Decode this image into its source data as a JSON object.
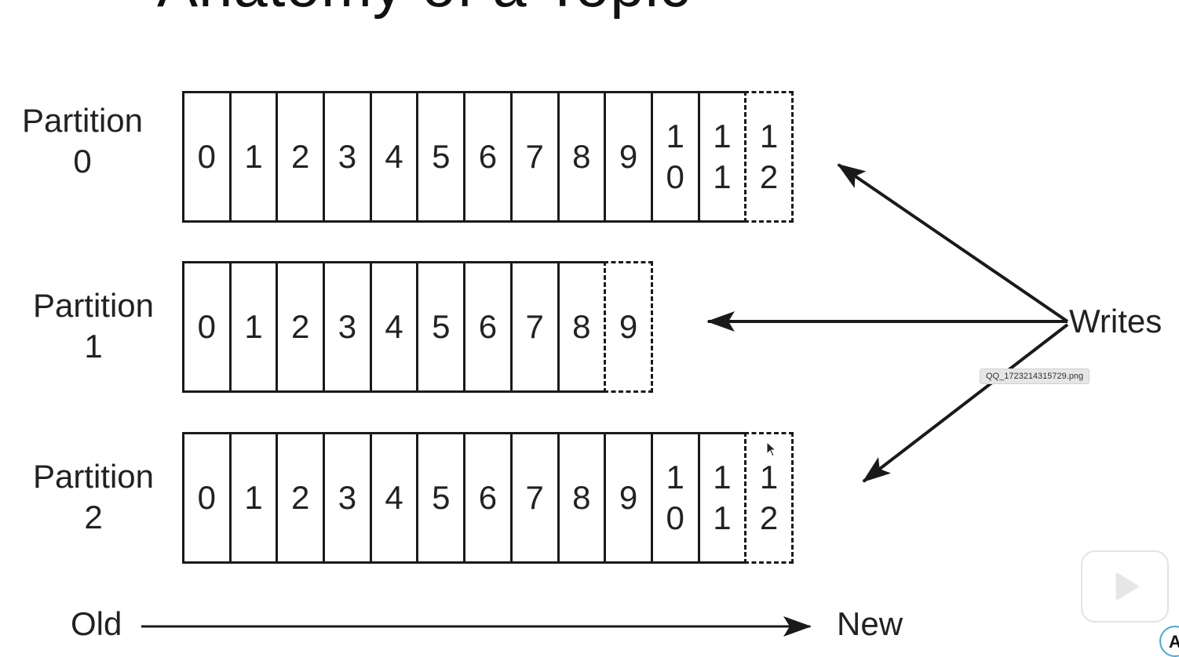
{
  "title": "Anatomy of a Topic",
  "partitions": [
    {
      "label_line1": "Partition",
      "label_line2": "0",
      "offsets": [
        [
          "0"
        ],
        [
          "1"
        ],
        [
          "2"
        ],
        [
          "3"
        ],
        [
          "4"
        ],
        [
          "5"
        ],
        [
          "6"
        ],
        [
          "7"
        ],
        [
          "8"
        ],
        [
          "9"
        ],
        [
          "1",
          "0"
        ],
        [
          "1",
          "1"
        ]
      ],
      "next_offset": [
        "1",
        "2"
      ]
    },
    {
      "label_line1": "Partition",
      "label_line2": "1",
      "offsets": [
        [
          "0"
        ],
        [
          "1"
        ],
        [
          "2"
        ],
        [
          "3"
        ],
        [
          "4"
        ],
        [
          "5"
        ],
        [
          "6"
        ],
        [
          "7"
        ],
        [
          "8"
        ]
      ],
      "next_offset": [
        "9"
      ]
    },
    {
      "label_line1": "Partition",
      "label_line2": "2",
      "offsets": [
        [
          "0"
        ],
        [
          "1"
        ],
        [
          "2"
        ],
        [
          "3"
        ],
        [
          "4"
        ],
        [
          "5"
        ],
        [
          "6"
        ],
        [
          "7"
        ],
        [
          "8"
        ],
        [
          "9"
        ],
        [
          "1",
          "0"
        ],
        [
          "1",
          "1"
        ]
      ],
      "next_offset": [
        "1",
        "2"
      ]
    }
  ],
  "writes_label": "Writes",
  "timeline": {
    "old": "Old",
    "new": "New"
  },
  "tooltip": "QQ_1723214315729.png",
  "overlay": {
    "play_icon": "play-icon",
    "badge_text": "A"
  },
  "colors": {
    "stroke": "#1a1a1a",
    "background": "#ffffff"
  }
}
